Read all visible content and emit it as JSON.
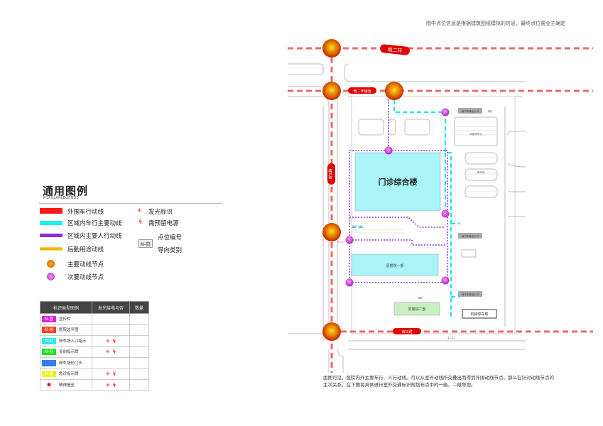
{
  "top_note": "图中点位信息是根据建筑图纸模拟的信息，最终点位需业主确定",
  "legend": {
    "title": "通用图例",
    "subtitle": "POPULARLEGENDS",
    "lines": [
      {
        "label": "外围车行动线",
        "color": "#ff1a1a"
      },
      {
        "label": "区域内车行主要动线",
        "color": "#1ef0f0"
      },
      {
        "label": "区域内主要人行动线",
        "color": "#8a2be2"
      },
      {
        "label": "后勤用途动线",
        "color": "#f5b400"
      }
    ],
    "nodes": [
      {
        "label": "主要动线节点",
        "color": "#e05a00"
      },
      {
        "label": "次要动线节点",
        "color": "#c040d0"
      }
    ],
    "symbols": [
      {
        "label": "发光标识",
        "icon": "glow-icon"
      },
      {
        "label": "需预留电源",
        "icon": "bolt-icon"
      }
    ],
    "code_sample": "N-向",
    "code_labels": [
      "点位编号",
      "导向类别"
    ]
  },
  "sign_table": {
    "headers": [
      "标识类型图例",
      "发光接电与否",
      "数量"
    ],
    "rows": [
      {
        "chip": "N-宣",
        "chip_color": "#e020e0",
        "label": "宣传栏",
        "glow": false,
        "power": false
      },
      {
        "chip": "N-总",
        "chip_color": "#ff4020",
        "label": "医院总平图",
        "glow": false,
        "power": false
      },
      {
        "chip": "N-P",
        "chip_color": "#30e8f0",
        "label": "停车场入口指示",
        "glow": true,
        "power": true
      },
      {
        "chip": "N-向",
        "chip_color": "#20e020",
        "label": "多向指示牌",
        "glow": true,
        "power": true
      },
      {
        "chip": "",
        "chip_color": "#3080f0",
        "label": "停车场形门头",
        "glow": false,
        "power": false
      },
      {
        "chip": "N-急",
        "chip_color": "#f0f020",
        "label": "急诊指示牌",
        "glow": true,
        "power": true
      },
      {
        "chip": "★",
        "chip_color": "star",
        "label": "精神堡垒",
        "glow": true,
        "power": true
      }
    ]
  },
  "map": {
    "road_labels": [
      "南二环",
      "南二环辅道",
      "南坛路",
      "南坛路"
    ],
    "buildings": {
      "main": "门诊综合楼",
      "inpatient1": "原楼院一部",
      "inpatient2": "原楼院二部",
      "parking_building": "机械停车楼"
    },
    "small_labels": [
      "地下车库出入口",
      "地下车库出入口",
      "地下车库出入口",
      "绿化",
      "绿化",
      "停车场",
      "主入口",
      "次入口",
      "急诊入口",
      "地面停车位"
    ],
    "colors": {
      "road": "#e86a6a",
      "vehicle": "#1ee0f0",
      "pedestrian": "#9a30e0",
      "node_major": "#d85a00",
      "node_minor": "#c040d0"
    }
  },
  "caption": "由图可见，医院内外主要车行、人行动线。可以从室外动线所交叠出而得到外围动线节点。那么在针对动线节点的主次关系，在下图将具体进行室外交通标识规划布点中的一级、二级导视。"
}
